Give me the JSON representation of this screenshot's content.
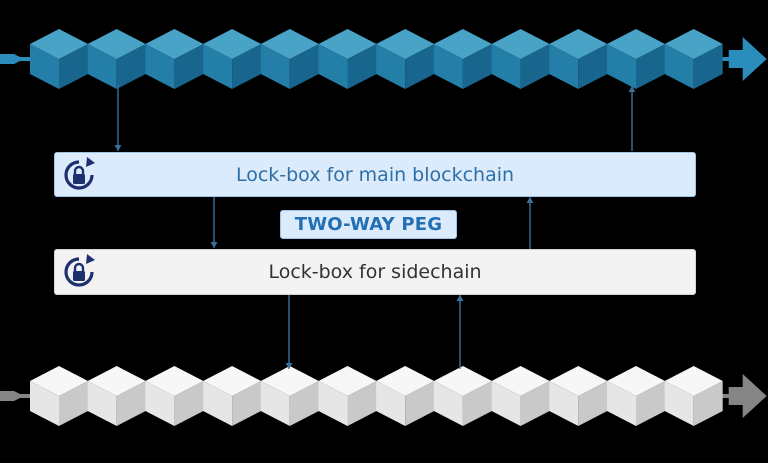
{
  "main_chain": {
    "block_count": 12,
    "colors": {
      "top": "#48a3c6",
      "left": "#237ea8",
      "right": "#18658e",
      "arrow": "#2a8dbb"
    }
  },
  "side_chain": {
    "block_count": 12,
    "colors": {
      "top": "#f7f7f7",
      "left": "#e6e6e6",
      "right": "#c9c9c9",
      "arrow": "#858585"
    }
  },
  "lockbox_main": {
    "label": "Lock-box for main blockchain",
    "icon": "lock-cycle-icon"
  },
  "lockbox_side": {
    "label": "Lock-box for sidechain",
    "icon": "lock-cycle-icon"
  },
  "peg": {
    "label": "TWO-WAY PEG"
  },
  "colors": {
    "connector": "#3c6f99",
    "icon": "#1c2f6e",
    "background": "#000000"
  }
}
